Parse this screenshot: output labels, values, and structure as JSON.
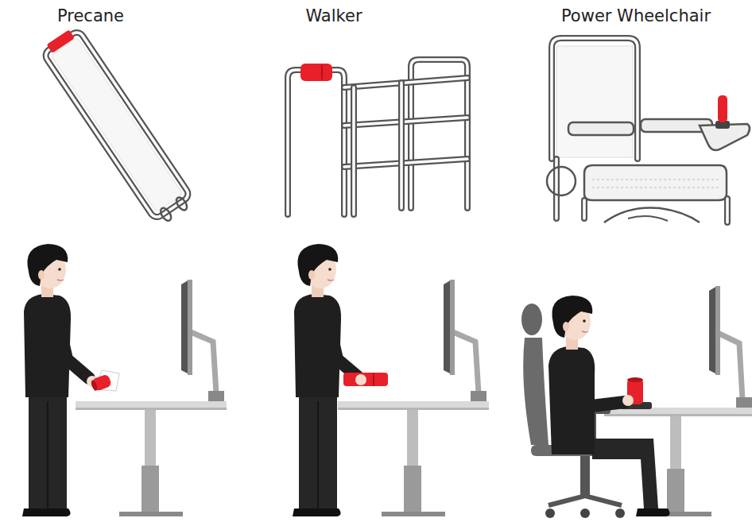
{
  "diagram": {
    "labels": [
      "Precane",
      "Walker",
      "Power Wheelchair"
    ]
  }
}
